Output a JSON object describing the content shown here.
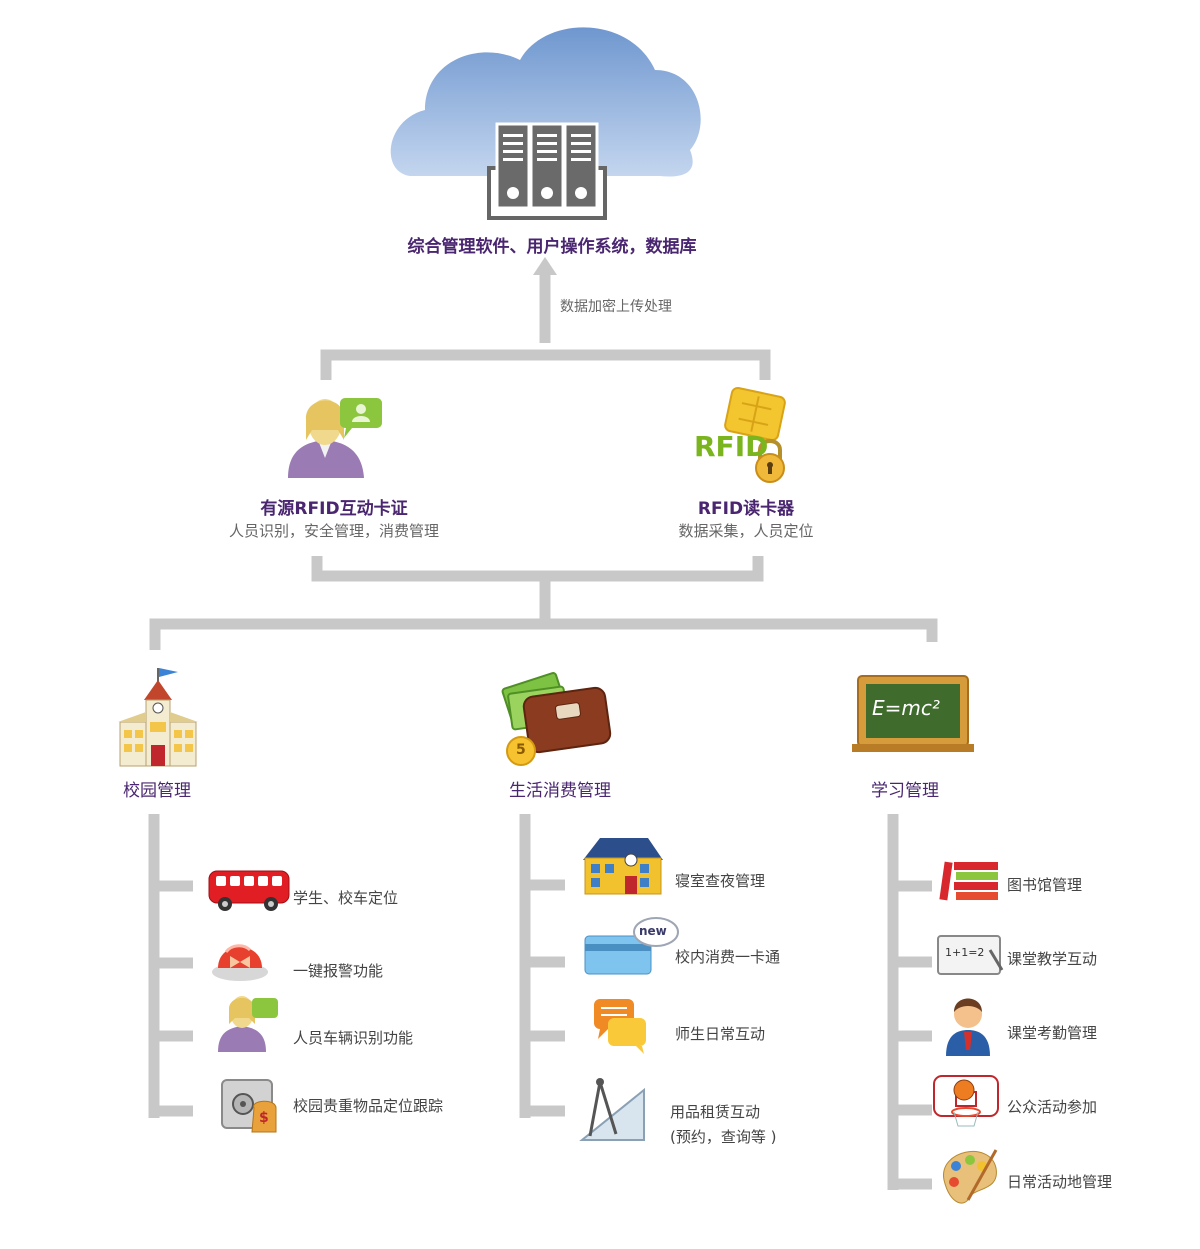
{
  "top": {
    "title": "综合管理软件、用户操作系统，数据库",
    "upload_label": "数据加密上传处理"
  },
  "middle": [
    {
      "title": "有源RFID互动卡证",
      "subtitle": "人员识别，安全管理，消费管理"
    },
    {
      "title": "RFID读卡器",
      "subtitle": "数据采集，人员定位",
      "icon_text": "RFID"
    }
  ],
  "columns": [
    {
      "head": "校园管理",
      "items": [
        "学生、校车定位",
        "一键报警功能",
        "人员车辆识别功能",
        "校园贵重物品定位跟踪"
      ]
    },
    {
      "head": "生活消费管理",
      "items": [
        "寝室查夜管理",
        "校内消费一卡通",
        "师生日常互动",
        "用品租赁互动",
        "(预约，查询等 )"
      ]
    },
    {
      "head": "学习管理",
      "items": [
        "图书馆管理",
        "课堂教学互动",
        "课堂考勤管理",
        "公众活动参加",
        "日常活动地管理"
      ]
    }
  ],
  "icons": {
    "blackboard_text": "E=mc²",
    "new_badge": "new",
    "coin_text": "5",
    "money_text": "$",
    "calc_text": "1+1=2"
  },
  "colors": {
    "line": "#c8c8c8",
    "title": "#4a2670",
    "rfid_green": "#7ab51d",
    "cloud": "#8fb0d9"
  }
}
